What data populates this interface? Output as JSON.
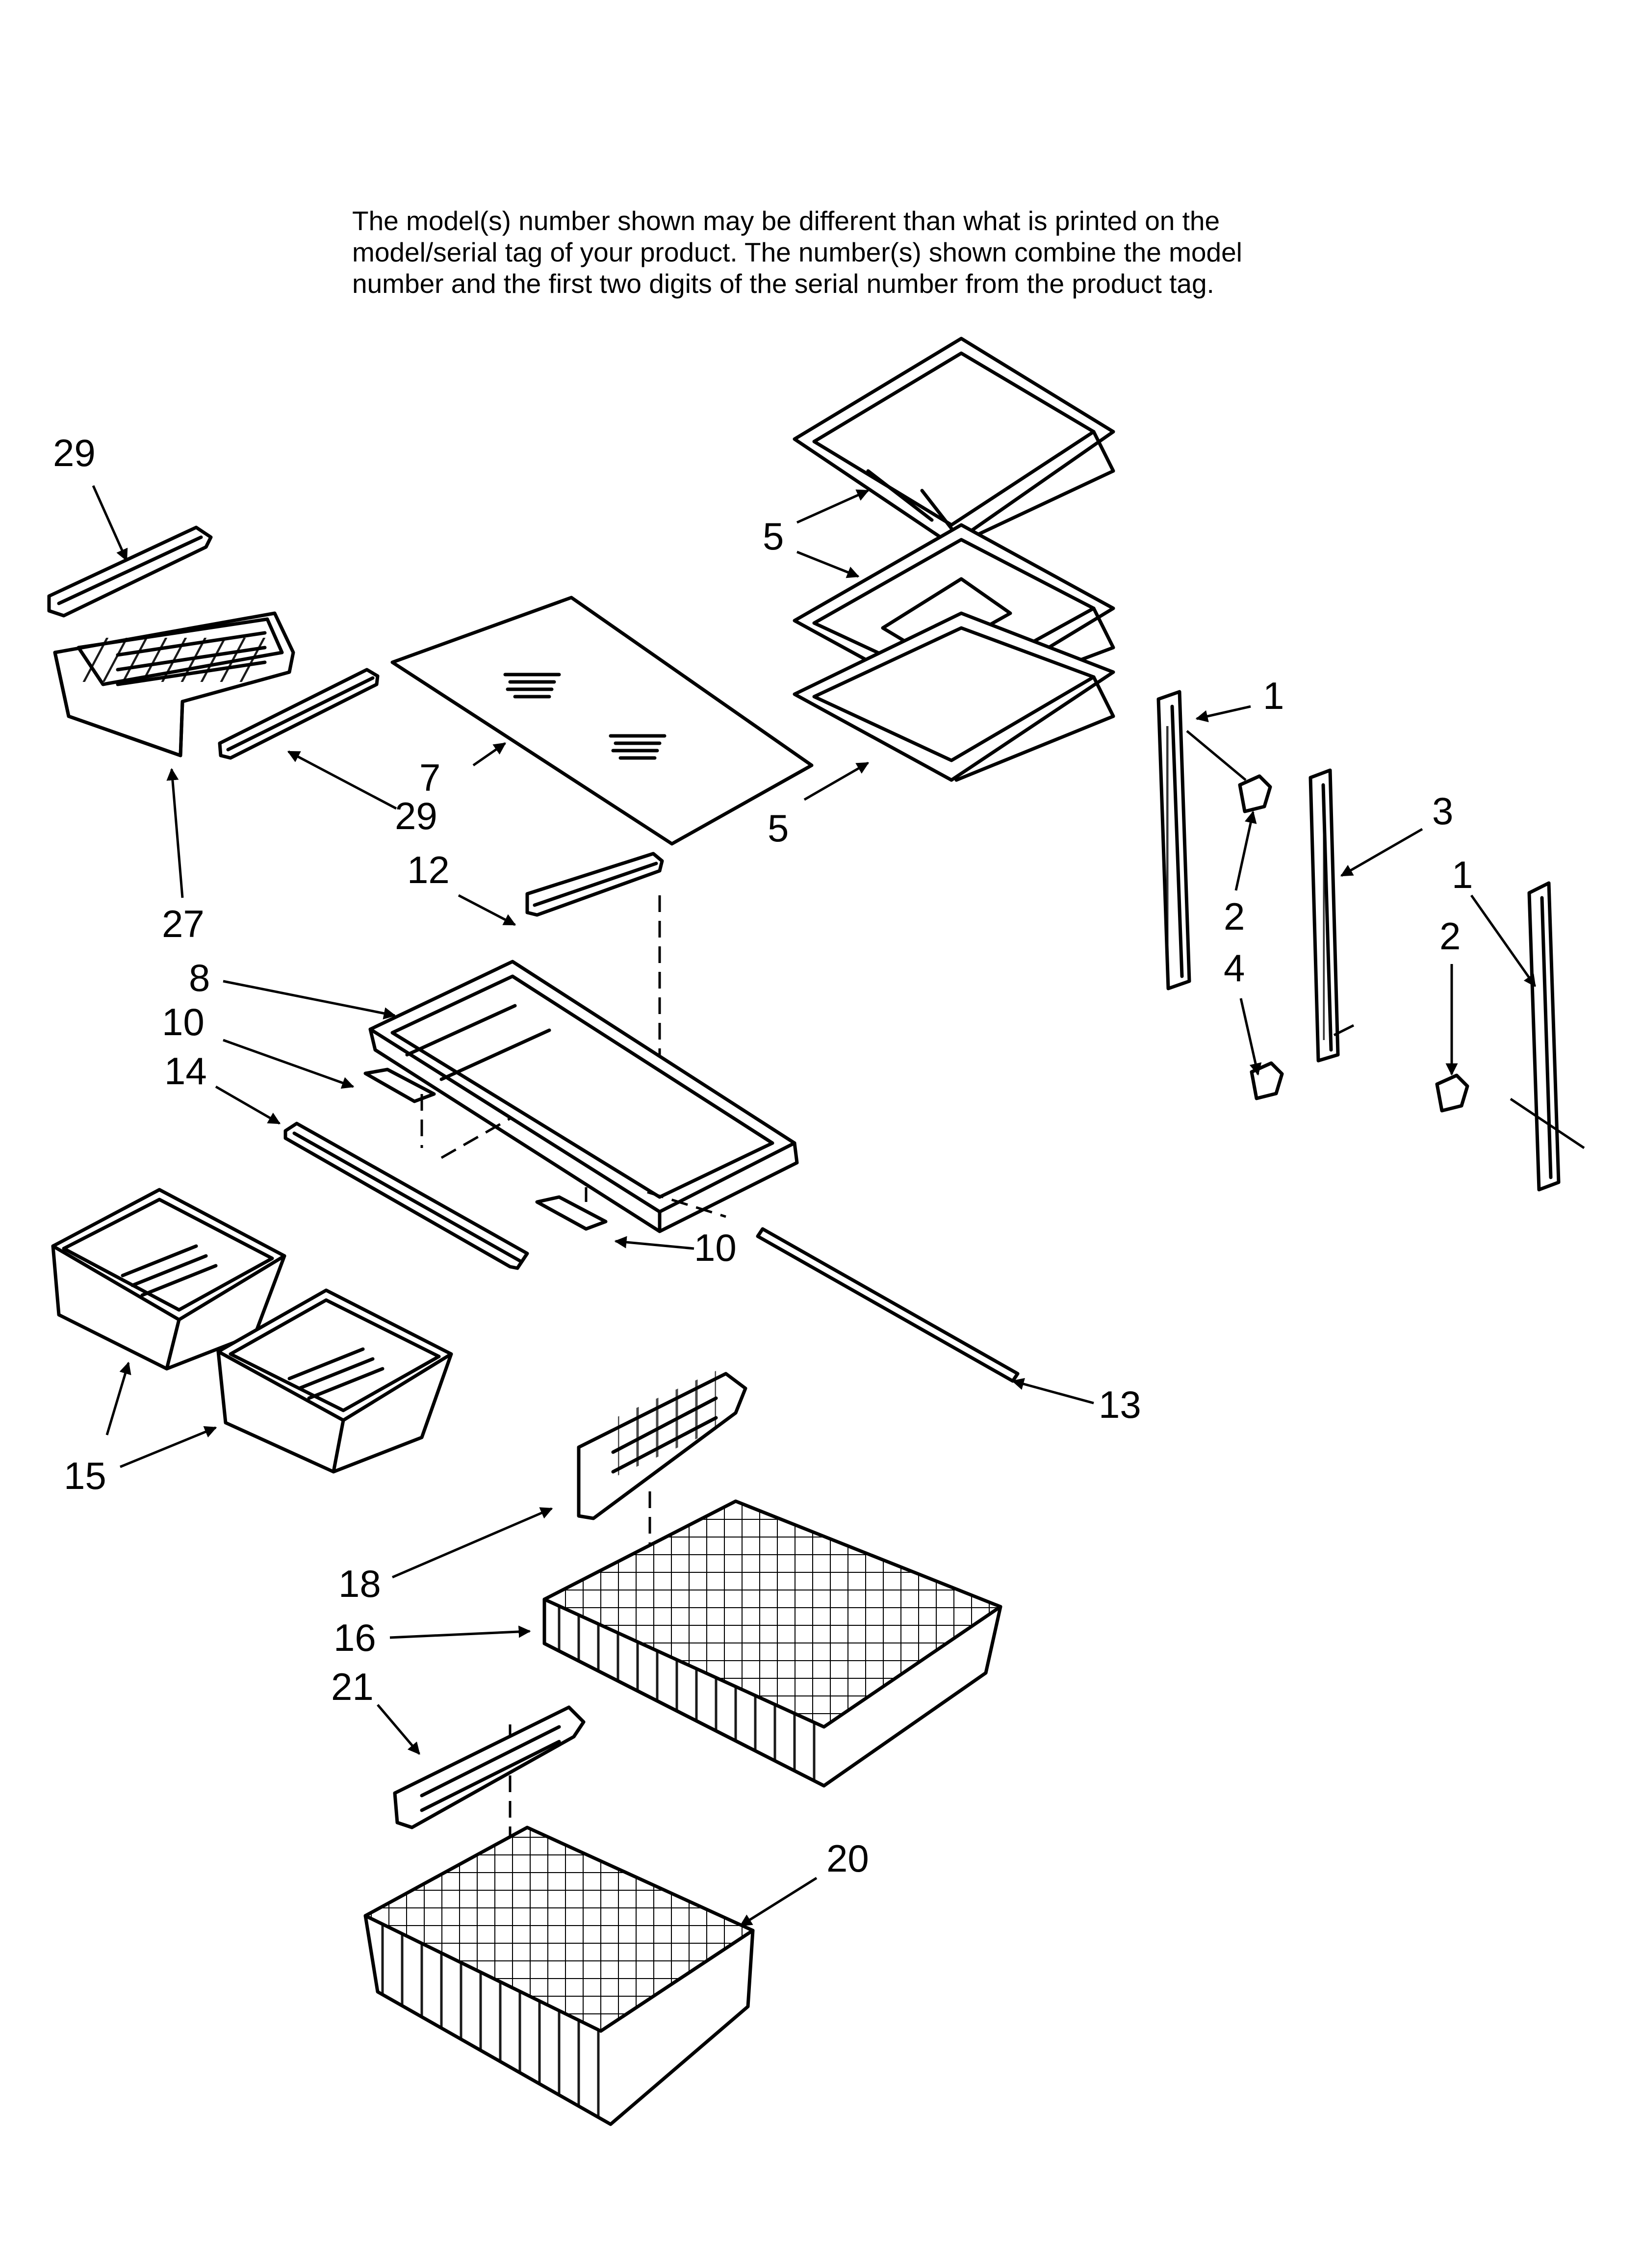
{
  "note": {
    "lines": [
      "The model(s) number shown may be different than what is printed on the",
      "model/serial tag of your product. The number(s) shown combine the model",
      "number and the first two digits of the serial number from the product tag."
    ]
  },
  "callouts": [
    {
      "id": "c29a",
      "text": "29"
    },
    {
      "id": "c27",
      "text": "27"
    },
    {
      "id": "c29b",
      "text": "29"
    },
    {
      "id": "c7",
      "text": "7"
    },
    {
      "id": "c5a",
      "text": "5"
    },
    {
      "id": "c5b",
      "text": "5"
    },
    {
      "id": "c1a",
      "text": "1"
    },
    {
      "id": "c3",
      "text": "3"
    },
    {
      "id": "c1b",
      "text": "1"
    },
    {
      "id": "c2a",
      "text": "2"
    },
    {
      "id": "c4",
      "text": "4"
    },
    {
      "id": "c2b",
      "text": "2"
    },
    {
      "id": "c12",
      "text": "12"
    },
    {
      "id": "c8",
      "text": "8"
    },
    {
      "id": "c10a",
      "text": "10"
    },
    {
      "id": "c14",
      "text": "14"
    },
    {
      "id": "c10b",
      "text": "10"
    },
    {
      "id": "c13",
      "text": "13"
    },
    {
      "id": "c15",
      "text": "15"
    },
    {
      "id": "c18",
      "text": "18"
    },
    {
      "id": "c16",
      "text": "16"
    },
    {
      "id": "c21",
      "text": "21"
    },
    {
      "id": "c20",
      "text": "20"
    }
  ]
}
